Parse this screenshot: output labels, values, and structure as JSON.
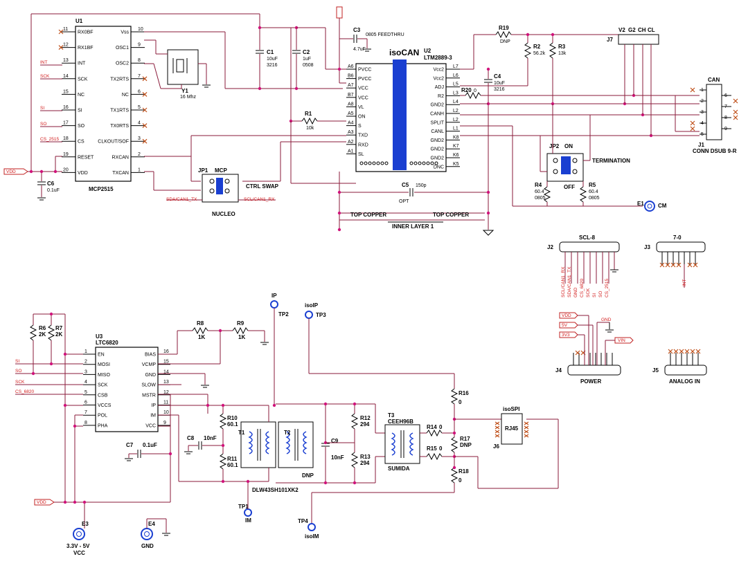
{
  "u1": {
    "ref": "U1",
    "part": "MCP2515",
    "left_pins": [
      {
        "num": "11",
        "name": "RX0BF"
      },
      {
        "num": "12",
        "name": "RX1BF"
      },
      {
        "num": "13",
        "name": "INT"
      },
      {
        "num": "14",
        "name": "SCK"
      },
      {
        "num": "15",
        "name": "NC"
      },
      {
        "num": "16",
        "name": "SI"
      },
      {
        "num": "17",
        "name": "SO"
      },
      {
        "num": "18",
        "name": "CS"
      },
      {
        "num": "19",
        "name": "RESET"
      },
      {
        "num": "20",
        "name": "VDD"
      }
    ],
    "right_pins": [
      {
        "num": "10",
        "name": "Vss"
      },
      {
        "num": "9",
        "name": "OSC1"
      },
      {
        "num": "8",
        "name": "OSC2"
      },
      {
        "num": "7",
        "name": "TX2RTS"
      },
      {
        "num": "6",
        "name": "NC"
      },
      {
        "num": "5",
        "name": "TX1RTS"
      },
      {
        "num": "4",
        "name": "TX0RTS"
      },
      {
        "num": "3",
        "name": "CLKOUT/SOF"
      },
      {
        "num": "2",
        "name": "RXCAN"
      },
      {
        "num": "1",
        "name": "TXCAN"
      }
    ],
    "net_labels": [
      "INT",
      "SCK",
      "SI",
      "SO",
      "CS_2515"
    ]
  },
  "top_parts": {
    "y1": {
      "ref": "Y1",
      "value": "16 Mhz"
    },
    "c1": {
      "ref": "C1",
      "value": "10uF",
      "pkg": "3216"
    },
    "c2": {
      "ref": "C2",
      "value": "1uF",
      "pkg": "0508"
    },
    "c3": {
      "ref": "C3",
      "value": "4.7uF",
      "note": "0805 FEEDTHRU"
    },
    "c4": {
      "ref": "C4",
      "value": "10uF",
      "pkg": "3216"
    },
    "c5": {
      "ref": "C5",
      "value": "150p",
      "note": "OPT"
    },
    "c6": {
      "ref": "C6",
      "value": "0.1uF"
    },
    "r1": {
      "ref": "R1",
      "value": "10k"
    },
    "r2": {
      "ref": "R2",
      "value": "56.2k"
    },
    "r3": {
      "ref": "R3",
      "value": "13k"
    },
    "r4": {
      "ref": "R4",
      "value": "60.4",
      "pkg": "0805"
    },
    "r5": {
      "ref": "R5",
      "value": "60.4",
      "pkg": "0805"
    },
    "r19": {
      "ref": "R19",
      "value": "DNP"
    },
    "r20": {
      "ref": "R20",
      "value": "0"
    },
    "e1": {
      "ref": "E1",
      "label": "CM"
    },
    "vpwr": "VDD"
  },
  "u2": {
    "ref": "U2",
    "part": "LTM2889-3",
    "title": "isoCAN",
    "left_pins": [
      {
        "num": "A6",
        "name": "PVCC"
      },
      {
        "num": "B6",
        "name": "PVCC"
      },
      {
        "num": "A7",
        "name": "VCC"
      },
      {
        "num": "B7",
        "name": "VCC"
      },
      {
        "num": "A8",
        "name": "VL"
      },
      {
        "num": "A5",
        "name": "ON"
      },
      {
        "num": "A4",
        "name": "S"
      },
      {
        "num": "A3",
        "name": "TXD"
      },
      {
        "num": "A2",
        "name": "RXD"
      },
      {
        "num": "A1",
        "name": "SL"
      }
    ],
    "right_pins": [
      {
        "num": "L7",
        "name": "Vcc2"
      },
      {
        "num": "L6",
        "name": "Vcc2"
      },
      {
        "num": "L5",
        "name": "ADJ"
      },
      {
        "num": "L3",
        "name": "R2"
      },
      {
        "num": "L4",
        "name": "GND2"
      },
      {
        "num": "L2",
        "name": "CANH"
      },
      {
        "num": "L2",
        "name": "SPLIT"
      },
      {
        "num": "L1",
        "name": "CANL"
      },
      {
        "num": "K8",
        "name": "GND2"
      },
      {
        "num": "K7",
        "name": "GND2"
      },
      {
        "num": "K6",
        "name": "GND2"
      },
      {
        "num": "K5",
        "name": "DNC"
      }
    ]
  },
  "jp1": {
    "ref": "JP1",
    "top": "MCP",
    "bottom": "NUCLEO",
    "side": "CTRL SWAP",
    "net_left": "SDA/CAN1_TX",
    "net_right": "SCL/CAN1_RX"
  },
  "jp2": {
    "ref": "JP2",
    "top": "ON",
    "bottom": "OFF",
    "side": "TERMINATION"
  },
  "copper": {
    "left": "TOP COPPER",
    "right": "TOP COPPER",
    "inner": "INNER LAYER 1"
  },
  "j7": {
    "ref": "J7",
    "pins": [
      "V2",
      "G2",
      "CH",
      "CL"
    ]
  },
  "j1": {
    "ref": "J1",
    "title": "CAN",
    "part": "CONN DSUB 9-R",
    "pins": [
      "1",
      "6",
      "2",
      "7",
      "3",
      "8",
      "4",
      "9",
      "5"
    ]
  },
  "j2": {
    "ref": "J2",
    "title": "SCL-8",
    "nets": [
      "SCL/CAN1_RX",
      "SDA/CAN1_TX",
      "GND",
      "CS_6820",
      "SCK",
      "SI",
      "SO",
      "CS_2515"
    ]
  },
  "j3": {
    "ref": "J3",
    "title": "7-0",
    "nets": [
      "INT"
    ]
  },
  "j4": {
    "ref": "J4",
    "title": "POWER",
    "nets": [
      "VDD",
      "5V",
      "3V3",
      "GND",
      "GND",
      "VIN"
    ]
  },
  "j5": {
    "ref": "J5",
    "title": "ANALOG IN"
  },
  "u3": {
    "ref": "U3",
    "part": "LTC6820",
    "left_pins": [
      {
        "num": "1",
        "name": "EN"
      },
      {
        "num": "2",
        "name": "MOSI"
      },
      {
        "num": "3",
        "name": "MISO"
      },
      {
        "num": "4",
        "name": "SCK"
      },
      {
        "num": "5",
        "name": "CSB"
      },
      {
        "num": "6",
        "name": "VCCS"
      },
      {
        "num": "7",
        "name": "POL"
      },
      {
        "num": "8",
        "name": "PHA"
      }
    ],
    "right_pins": [
      {
        "num": "16",
        "name": "BIAS"
      },
      {
        "num": "15",
        "name": "VCMP"
      },
      {
        "num": "14",
        "name": "GND"
      },
      {
        "num": "13",
        "name": "SLOW"
      },
      {
        "num": "12",
        "name": "MSTR"
      },
      {
        "num": "11",
        "name": "IP"
      },
      {
        "num": "10",
        "name": "IM"
      },
      {
        "num": "9",
        "name": "VCC"
      }
    ],
    "net_labels": [
      "SI",
      "SO",
      "SCK",
      "CS_6820"
    ]
  },
  "bottom_parts": {
    "r6": {
      "ref": "R6",
      "value": "2K"
    },
    "r7": {
      "ref": "R7",
      "value": "2K"
    },
    "r8": {
      "ref": "R8",
      "value": "1K"
    },
    "r9": {
      "ref": "R9",
      "value": "1K"
    },
    "r10": {
      "ref": "R10",
      "value": "60.1"
    },
    "r11": {
      "ref": "R11",
      "value": "60.1"
    },
    "r12": {
      "ref": "R12",
      "value": "294"
    },
    "r13": {
      "ref": "R13",
      "value": "294"
    },
    "r14": {
      "ref": "R14",
      "value": "0"
    },
    "r15": {
      "ref": "R15",
      "value": "0"
    },
    "r16": {
      "ref": "R16",
      "value": "0"
    },
    "r17": {
      "ref": "R17",
      "value": "DNP"
    },
    "r18": {
      "ref": "R18",
      "value": "0"
    },
    "c7": {
      "ref": "C7",
      "value": "0.1uF"
    },
    "c8": {
      "ref": "C8",
      "value": "10nF"
    },
    "c9": {
      "ref": "C9",
      "value": "10nF"
    },
    "t1": {
      "ref": "T1",
      "part": "DLW43SH101XK2"
    },
    "t2": {
      "ref": "T2",
      "value": "DNP"
    },
    "t3": {
      "ref": "T3",
      "part": "CEEH96B",
      "maker": "SUMIDA"
    },
    "j6": {
      "ref": "J6",
      "part": "RJ45",
      "title": "isoSPI"
    },
    "tp1": {
      "ref": "TP1",
      "label": "IM"
    },
    "tp2": {
      "ref": "TP2",
      "label": "IP"
    },
    "tp3": {
      "ref": "TP3",
      "label": "isoIP"
    },
    "tp4": {
      "ref": "TP4",
      "label": "isoIM"
    },
    "e3": {
      "ref": "E3",
      "label": "3.3V - 5V",
      "sub": "VCC"
    },
    "e4": {
      "ref": "E4",
      "label": "GND"
    },
    "vpwr": "VDD"
  }
}
